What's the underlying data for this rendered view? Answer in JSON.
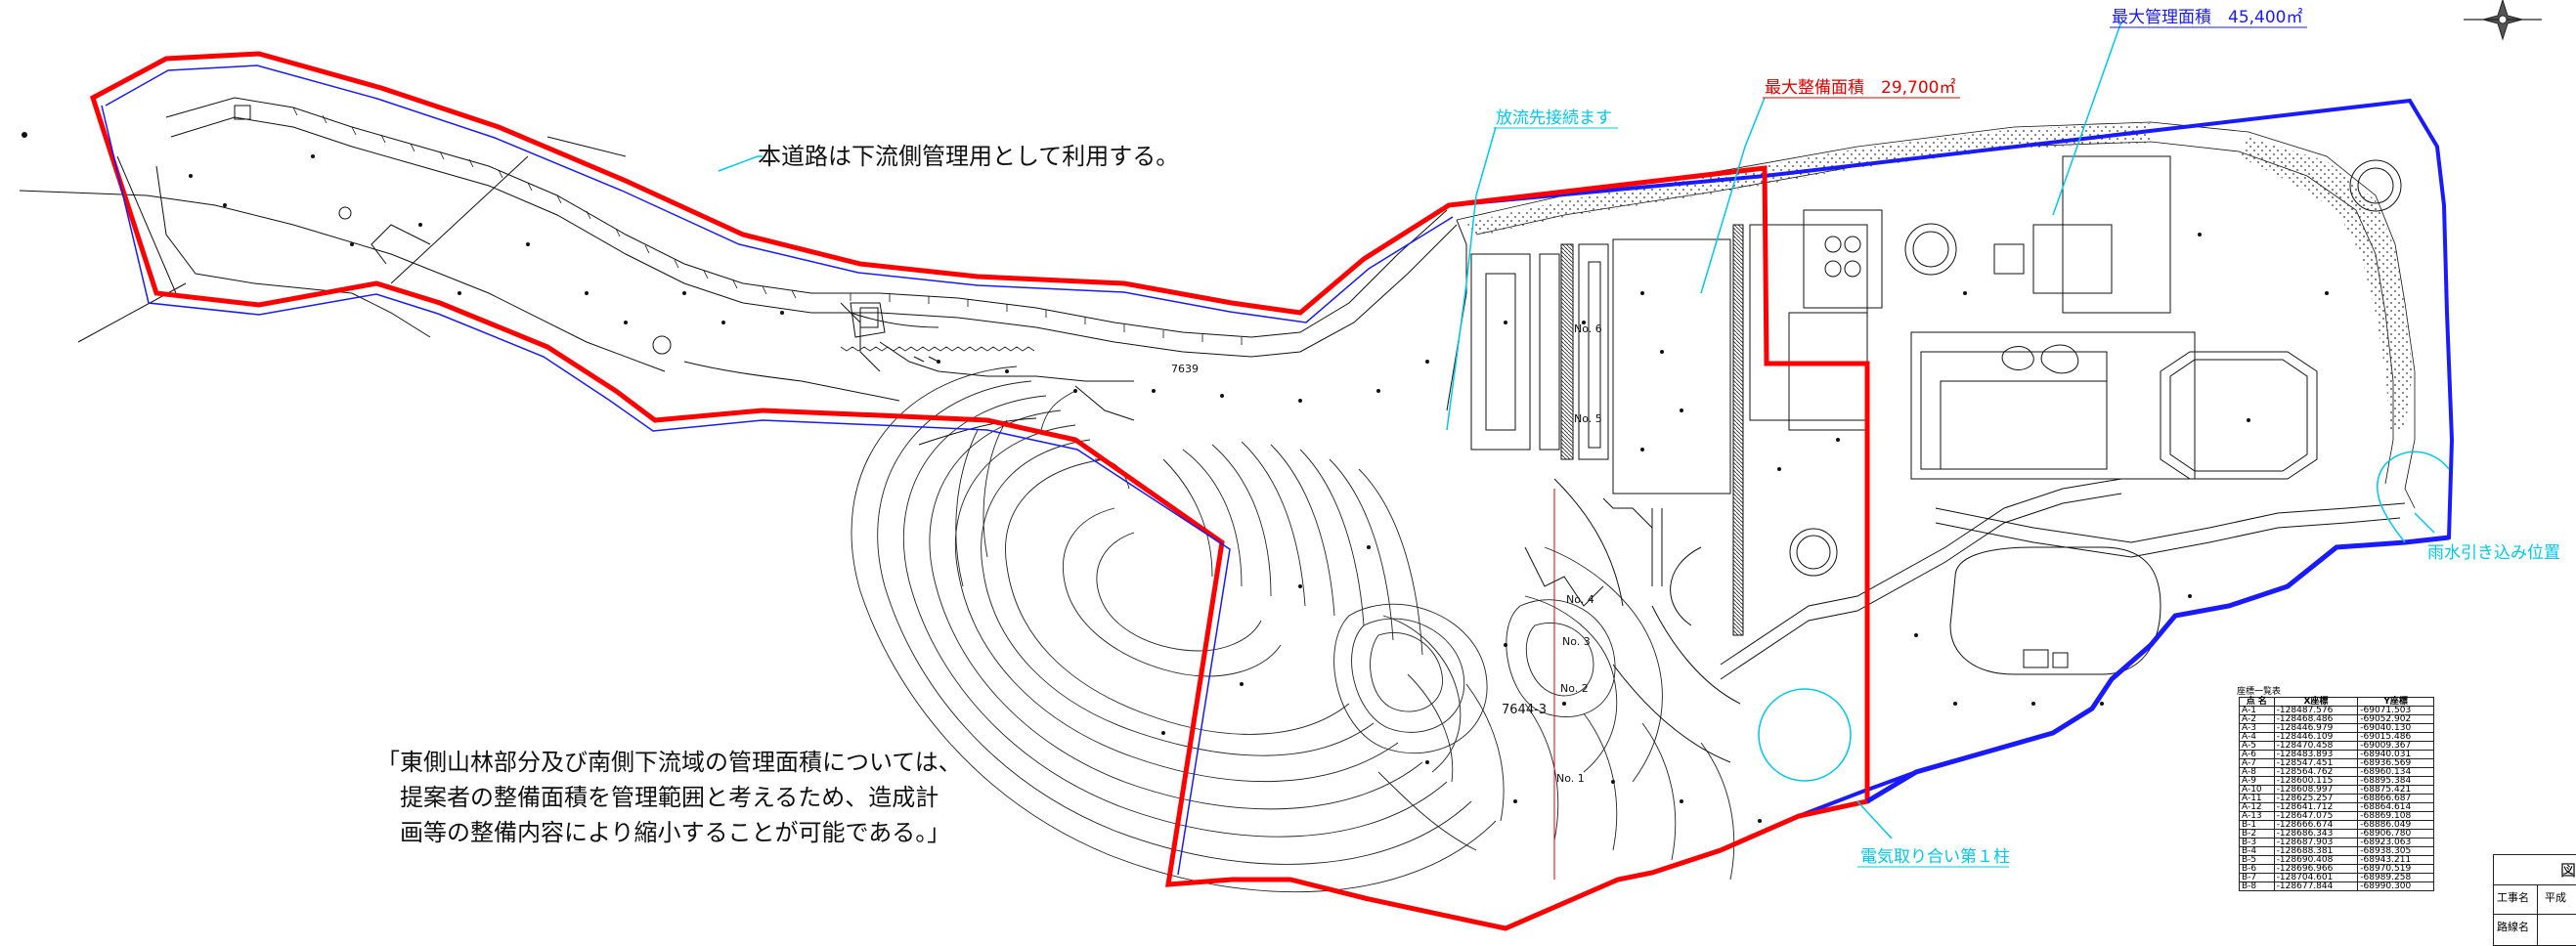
{
  "labels": {
    "max_management_area": "最大管理面積　45,400㎡",
    "max_development_area": "最大整備面積　29,700㎡",
    "discharge_connection": "放流先接続ます",
    "rainwater_intake": "雨水引き込み位置",
    "power_pole": "電気取り合い第１柱",
    "road_note": "本道路は下流側管理用として利用する。",
    "contour_id_1": "7639",
    "contour_id_2": "7644-3",
    "sections": [
      "No. 6",
      "No. 5",
      "No. 4",
      "No. 3",
      "No. 2",
      "No. 1"
    ]
  },
  "quote_lines": [
    "「東側山林部分及び南側下流域の管理面積については、",
    "　提案者の整備面積を管理範囲と考えるため、造成計",
    "　画等の整備内容により縮小することが可能である。」"
  ],
  "coord_table": {
    "title": "座標一覧表",
    "headers": [
      "点 名",
      "X座標",
      "Y座標"
    ],
    "rows": [
      [
        "A-1",
        "-128487.576",
        "-69071.503"
      ],
      [
        "A-2",
        "-128468.486",
        "-69052.902"
      ],
      [
        "A-3",
        "-128446.979",
        "-69040.130"
      ],
      [
        "A-4",
        "-128446.109",
        "-69015.486"
      ],
      [
        "A-5",
        "-128470.458",
        "-69009.367"
      ],
      [
        "A-6",
        "-128483.893",
        "-68940.031"
      ],
      [
        "A-7",
        "-128547.451",
        "-68936.569"
      ],
      [
        "A-8",
        "-128564.762",
        "-68960.134"
      ],
      [
        "A-9",
        "-128600.115",
        "-68895.384"
      ],
      [
        "A-10",
        "-128608.997",
        "-68875.421"
      ],
      [
        "A-11",
        "-128625.257",
        "-68866.687"
      ],
      [
        "A-12",
        "-128641.712",
        "-68864.614"
      ],
      [
        "A-13",
        "-128647.075",
        "-68869.108"
      ],
      [
        "B-1",
        "-128666.674",
        "-68886.049"
      ],
      [
        "B-2",
        "-128686.343",
        "-68906.780"
      ],
      [
        "B-3",
        "-128687.903",
        "-68923.063"
      ],
      [
        "B-4",
        "-128688.381",
        "-68938.305"
      ],
      [
        "B-5",
        "-128690.408",
        "-68943.211"
      ],
      [
        "B-6",
        "-128696.966",
        "-68970.519"
      ],
      [
        "B-7",
        "-128704.601",
        "-68989.258"
      ],
      [
        "B-8",
        "-128677.844",
        "-68990.300"
      ]
    ]
  },
  "title_block": {
    "heading_fragment": "図",
    "rows": [
      {
        "label": "工事名",
        "value": "平成"
      },
      {
        "label": "路線名",
        "value": ""
      }
    ]
  },
  "colors": {
    "management_boundary": "#1a1aff",
    "development_boundary": "#ff0000",
    "annotation": "#00c8e6",
    "linework": "#111111"
  },
  "icons": {
    "north_arrow": "compass-rose-icon"
  }
}
